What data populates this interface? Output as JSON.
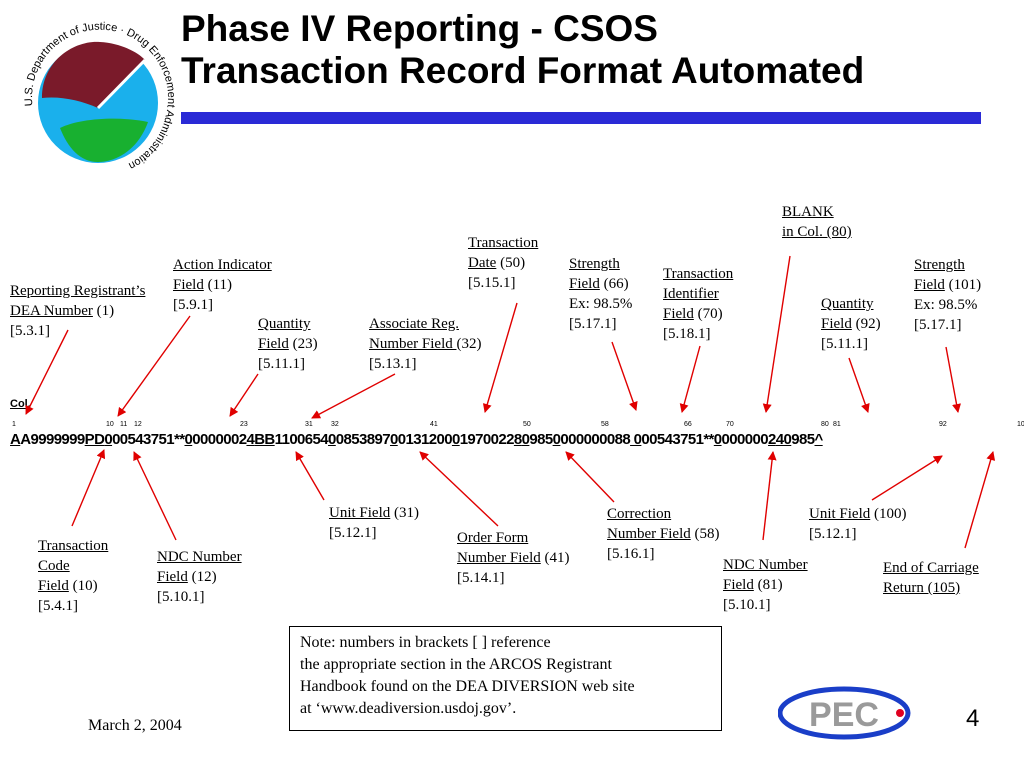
{
  "header": {
    "title_line1": "Phase IV Reporting - CSOS",
    "title_line2": "Transaction Record Format Automated",
    "seal_text": "U.S. Department of Justice · Drug Enforcement Administration",
    "accent_color": "#2a2ad6"
  },
  "record": {
    "col_label": "Col.",
    "ticks": [
      "1",
      "10",
      "11",
      "12",
      "23",
      "31",
      "32",
      "41",
      "50",
      "58",
      "66",
      "70",
      "80",
      "81",
      "92",
      "10"
    ],
    "segments": [
      {
        "t": "A",
        "u": true
      },
      {
        "t": "A9999999",
        "u": false
      },
      {
        "t": "PD",
        "u": true
      },
      {
        "t": "0",
        "u": true
      },
      {
        "t": "00543751**",
        "u": false
      },
      {
        "t": "0",
        "u": true
      },
      {
        "t": "0000002",
        "u": false
      },
      {
        "t": "4",
        "u": true
      },
      {
        "t": "BB",
        "u": true
      },
      {
        "t": "1100654",
        "u": false
      },
      {
        "t": "0",
        "u": true
      },
      {
        "t": "0853897",
        "u": false
      },
      {
        "t": "0",
        "u": true
      },
      {
        "t": "0131200",
        "u": false
      },
      {
        "t": "0",
        "u": true
      },
      {
        "t": "1970022",
        "u": false
      },
      {
        "t": "8",
        "u": true
      },
      {
        "t": "0",
        "u": true
      },
      {
        "t": "985",
        "u": false
      },
      {
        "t": "0",
        "u": true
      },
      {
        "t": "000000088",
        "u": false
      },
      {
        "t": " 0",
        "u": true
      },
      {
        "t": "00543751**",
        "u": false
      },
      {
        "t": "0",
        "u": true
      },
      {
        "t": "000000",
        "u": false
      },
      {
        "t": "2",
        "u": true
      },
      {
        "t": "4",
        "u": true
      },
      {
        "t": "0",
        "u": true
      },
      {
        "t": "985",
        "u": false
      },
      {
        "t": "^",
        "u": true
      },
      {
        "t": " ",
        "u": true
      }
    ]
  },
  "annotations": {
    "reg_dea": {
      "l1": "Reporting Registrant’s",
      "l2": "DEA Number",
      "l2b": " (1)",
      "l3": "[5.3.1]"
    },
    "action": {
      "l1": "Action Indicator",
      "l2": "Field",
      "l2b": " (11)",
      "l3": "[5.9.1]"
    },
    "qty23": {
      "l1": "Quantity",
      "l2": "Field",
      "l2b": " (23)",
      "l3": "[5.11.1]"
    },
    "assoc": {
      "l1": "Associate Reg.",
      "l2": "Number Field ",
      "l2b": "(32)",
      "l3": "[5.13.1]"
    },
    "trans_date": {
      "l1": "Transaction ",
      "l2": "Date",
      "l2b": " (50)",
      "l3": "[5.15.1]"
    },
    "strength66": {
      "l1": "Strength",
      "l2": "Field",
      "l2b": " (66)",
      "l3": "Ex: 98.5%",
      "l4": "[5.17.1]"
    },
    "trans_id": {
      "l1": "Transaction",
      "l2": "Identifier",
      "l3": "Field",
      "l3b": " (70)",
      "l4": "[5.18.1]"
    },
    "blank": {
      "l1": "BLANK",
      "l2": "in Col.  (80)"
    },
    "qty92": {
      "l1": "Quantity",
      "l2": "Field",
      "l2b": " (92)",
      "l3": "[5.11.1]"
    },
    "strength101": {
      "l1": "Strength",
      "l2": "Field",
      "l2b": " (101)",
      "l3": "Ex: 98.5%",
      "l4": "[5.17.1]"
    },
    "trans_code": {
      "l1": "Transaction",
      "l2": " Code",
      "l3": "Field",
      "l3b": " (10)",
      "l4": "[5.4.1]"
    },
    "ndc12": {
      "l1": "NDC Number",
      "l2": "Field",
      "l2b": " (12)",
      "l3": "[5.10.1]"
    },
    "unit31": {
      "l1": "Unit Field",
      "l1b": " (31)",
      "l2": "[5.12.1]"
    },
    "order_form": {
      "l1": "Order Form",
      "l2": "Number Field",
      "l2b": " (41)",
      "l3": "[5.14.1]"
    },
    "correction": {
      "l1": "Correction ",
      "l2": "Number Field",
      "l2b": " (58)",
      "l3": "[5.16.1]"
    },
    "ndc81": {
      "l1": "NDC Number",
      "l2": "Field",
      "l2b": " (81)",
      "l3": "[5.10.1]"
    },
    "unit100": {
      "l1": "Unit Field",
      "l1b": " (100)",
      "l2": "[5.12.1]"
    },
    "eoc": {
      "l1": "End of Carriage",
      "l2": "Return  (105)"
    }
  },
  "note": {
    "l1": "Note:  numbers in brackets [ ] reference",
    "l2": "the appropriate section in the ARCOS Registrant",
    "l3": "Handbook found on the DEA DIVERSION web site",
    "l4": "at  ‘www.deadiversion.usdoj.gov’."
  },
  "footer": {
    "date": "March 2, 2004",
    "page": "4",
    "logo_text": "PEC"
  }
}
